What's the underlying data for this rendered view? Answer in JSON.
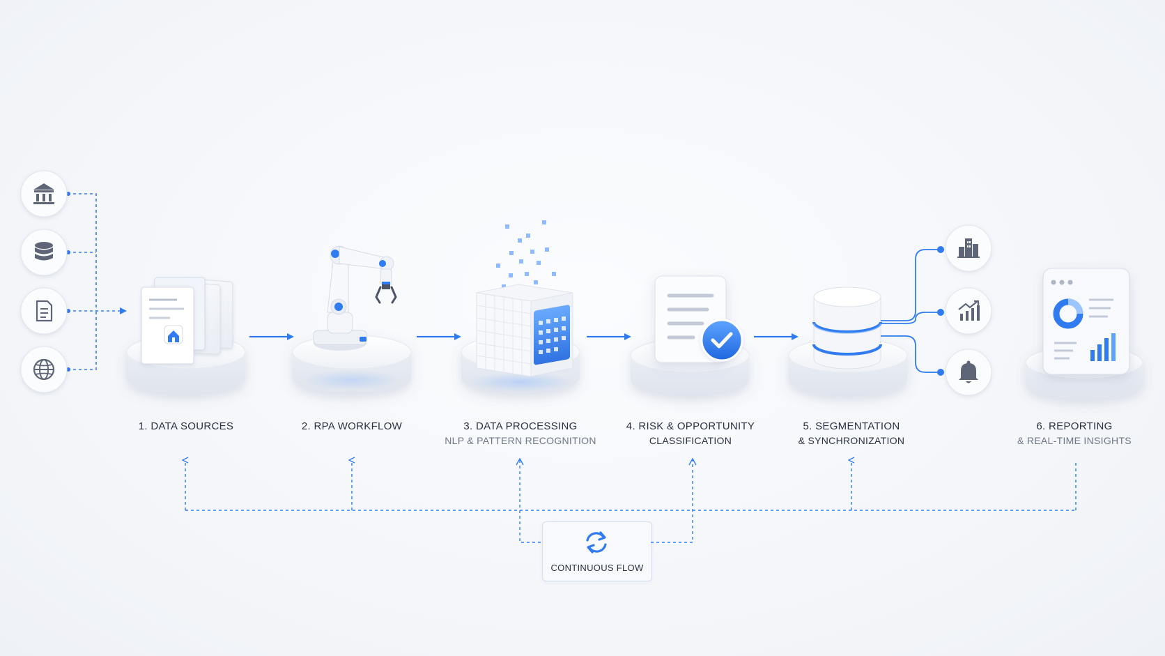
{
  "steps": [
    {
      "number_title": "1. DATA SOURCES",
      "subtitle": ""
    },
    {
      "number_title": "2. RPA WORKFLOW",
      "subtitle": ""
    },
    {
      "number_title": "3. DATA PROCESSING",
      "subtitle": "NLP & PATTERN RECOGNITION"
    },
    {
      "number_title": "4. RISK & OPPORTUNITY",
      "subtitle": "CLASSIFICATION"
    },
    {
      "number_title": "5. SEGMENTATION",
      "subtitle": "& SYNCHRONIZATION"
    },
    {
      "number_title": "6. REPORTING",
      "subtitle": "& REAL-TIME INSIGHTS"
    }
  ],
  "continuous_flow": {
    "label": "CONTINUOUS FLOW",
    "icon": "refresh-cycle-icon"
  },
  "source_icons": [
    "bank-icon",
    "database-icon",
    "document-icon",
    "globe-icon"
  ],
  "output_icons": [
    "buildings-icon",
    "trend-chart-icon",
    "bell-icon"
  ],
  "colors": {
    "accent": "#2f7bef",
    "text": "#2a3140",
    "muted_text": "#6e7688",
    "icon_gray": "#5d6577",
    "platform": "#ffffff"
  }
}
